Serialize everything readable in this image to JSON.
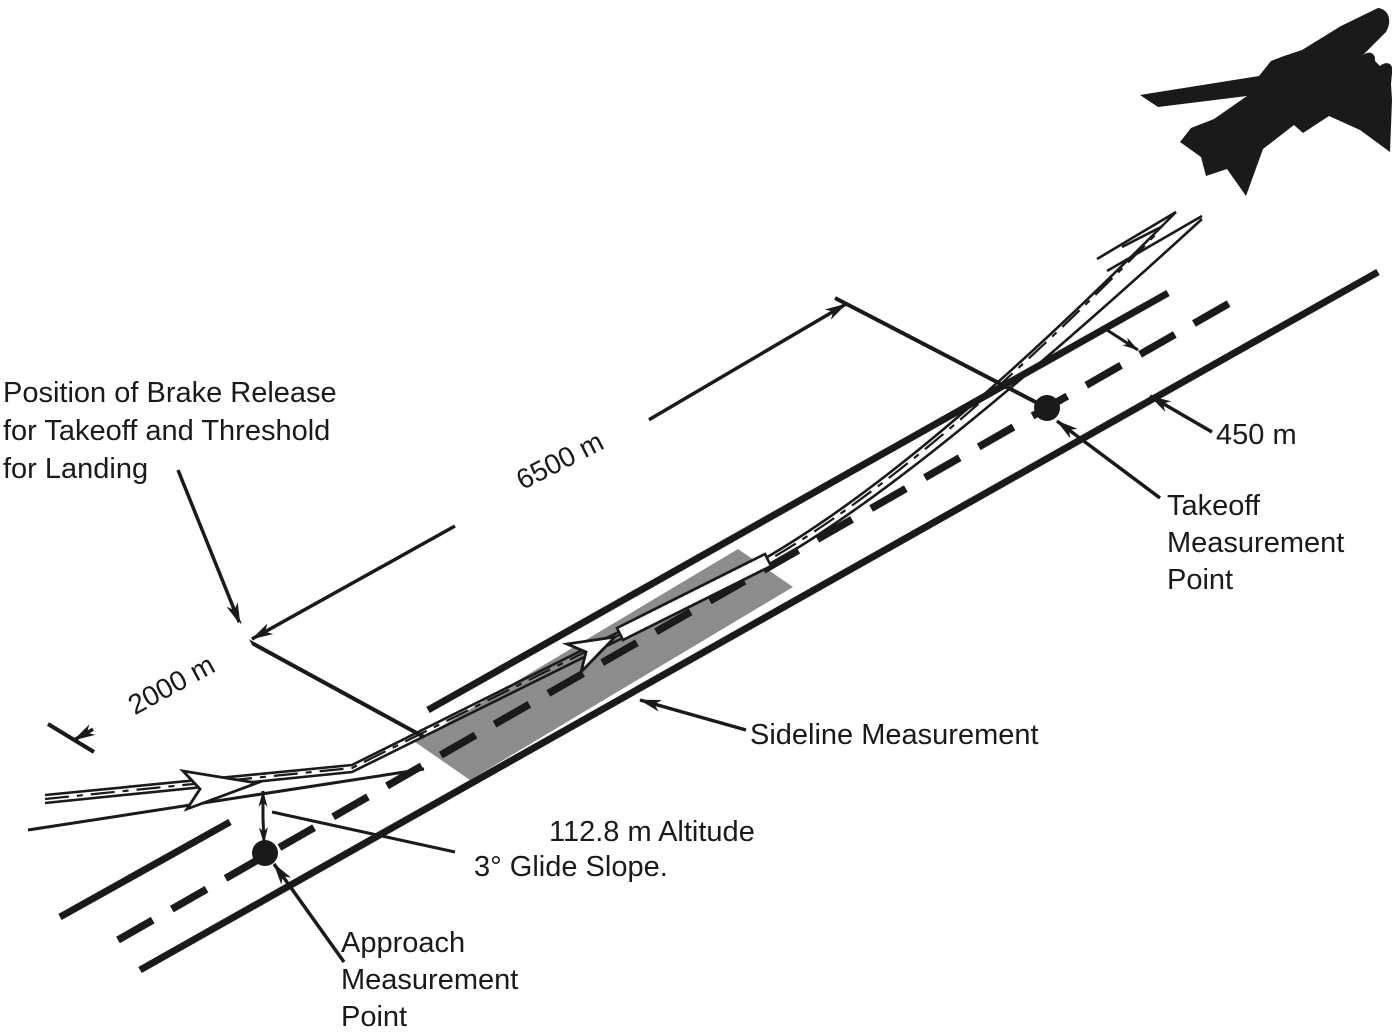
{
  "figure": {
    "title": "Aircraft noise certification measurement points diagram",
    "background_color": "#ffffff",
    "ink_color": "#1a1a1a",
    "runway_band_color": "#8c8c8c"
  },
  "labels": {
    "brake_release": {
      "line1": "Position of Brake Release",
      "line2": "for Takeoff and Threshold",
      "line3": "for Landing"
    },
    "dim_6500": "6500 m",
    "dim_2000": "2000 m",
    "dim_450": "450 m",
    "takeoff_point": {
      "line1": "Takeoff",
      "line2": "Measurement",
      "line3": "Point"
    },
    "sideline": "Sideline Measurement",
    "altitude": "112.8 m Altitude",
    "glide_slope": "3° Glide Slope.",
    "approach_point": {
      "line1": "Approach",
      "line2": "Measurement",
      "line3": "Point"
    }
  },
  "icons": {
    "aircraft": "jet-silhouette-climbing"
  }
}
